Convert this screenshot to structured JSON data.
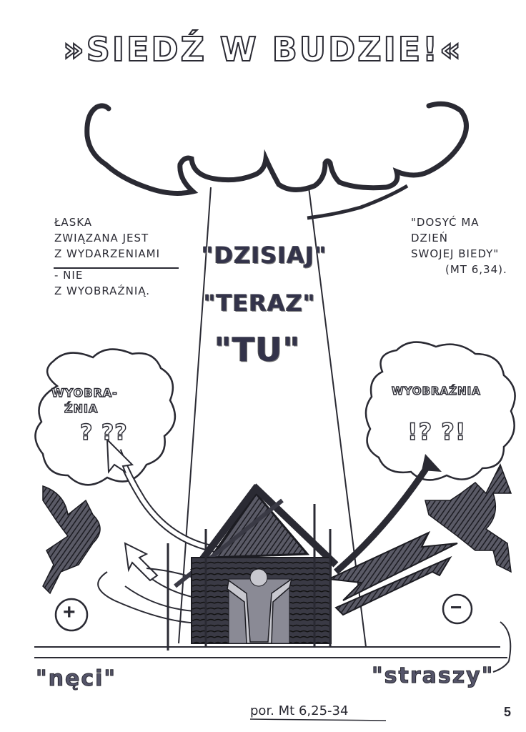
{
  "title": "»SIEDŹ W BUDZIE!«",
  "left_note": {
    "lines": [
      "ŁASKA",
      "ZWIĄZANA JEST",
      "Z WYDARZENIAMI",
      "- NIE",
      "Z WYOBRAŹNIĄ."
    ]
  },
  "right_note": {
    "lines": [
      "\"DOSYĆ MA",
      "DZIEŃ",
      "SWOJEJ BIEDY\"",
      "(Mt 6,34)."
    ]
  },
  "beam_words": [
    "\"DZISIAJ\"",
    "\"TERAZ\"",
    "\"TU\""
  ],
  "left_cloud": {
    "label_line1": "WYOBRA-",
    "label_line2": "ŹNIA",
    "marks": "?  ??"
  },
  "right_cloud": {
    "label": "WYOBRAŹNIA",
    "marks": "!? ?!"
  },
  "plus_sign": "+",
  "minus_sign": "−",
  "bottom_left": "\"nęci\"",
  "bottom_right": "\"straszy\"",
  "reference": "por. Mt 6,25-34",
  "page_number": "5",
  "colors": {
    "ink": "#1c1c22",
    "paper": "#ffffff",
    "shade": "#55556a"
  }
}
